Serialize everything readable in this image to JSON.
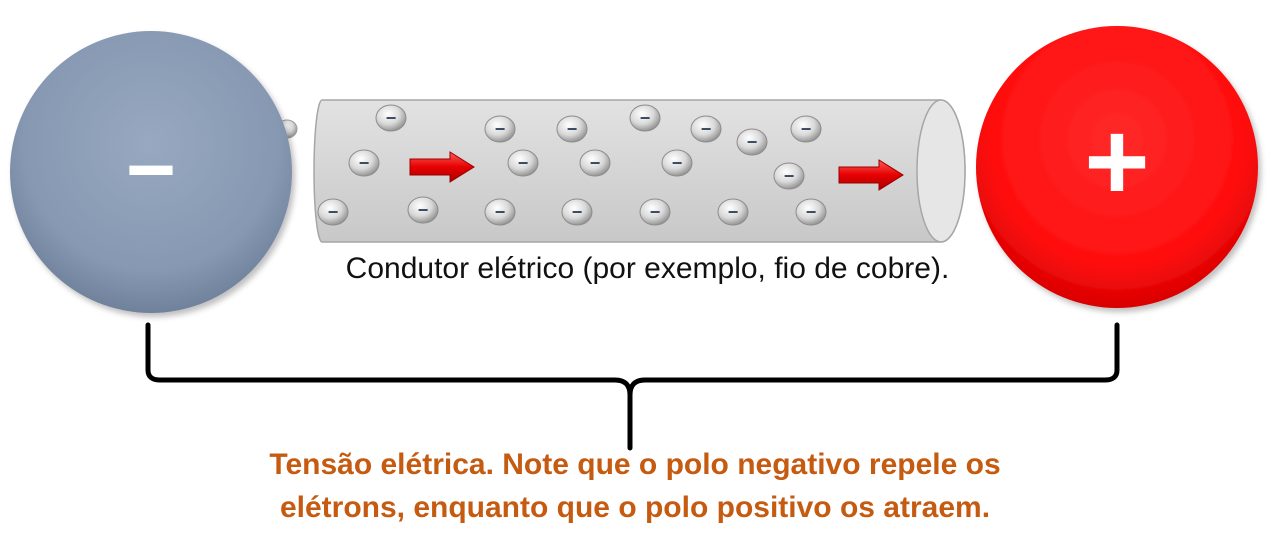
{
  "negative_pole": {
    "symbol": "−",
    "color": "#8799b2"
  },
  "positive_pole": {
    "symbol": "+",
    "color": "#ff0f0f"
  },
  "electron": {
    "symbol": "−",
    "count": 22
  },
  "flow_arrow": {
    "color": "#e00000",
    "count": 2
  },
  "conductor": {
    "label": "Condutor elétrico (por exemplo, fio de cobre)."
  },
  "caption": {
    "line1": "Tensão elétrica. Note que o polo negativo repele os",
    "line2": "elétrons, enquanto que o polo positivo os atraem.",
    "color": "#c55a11"
  }
}
